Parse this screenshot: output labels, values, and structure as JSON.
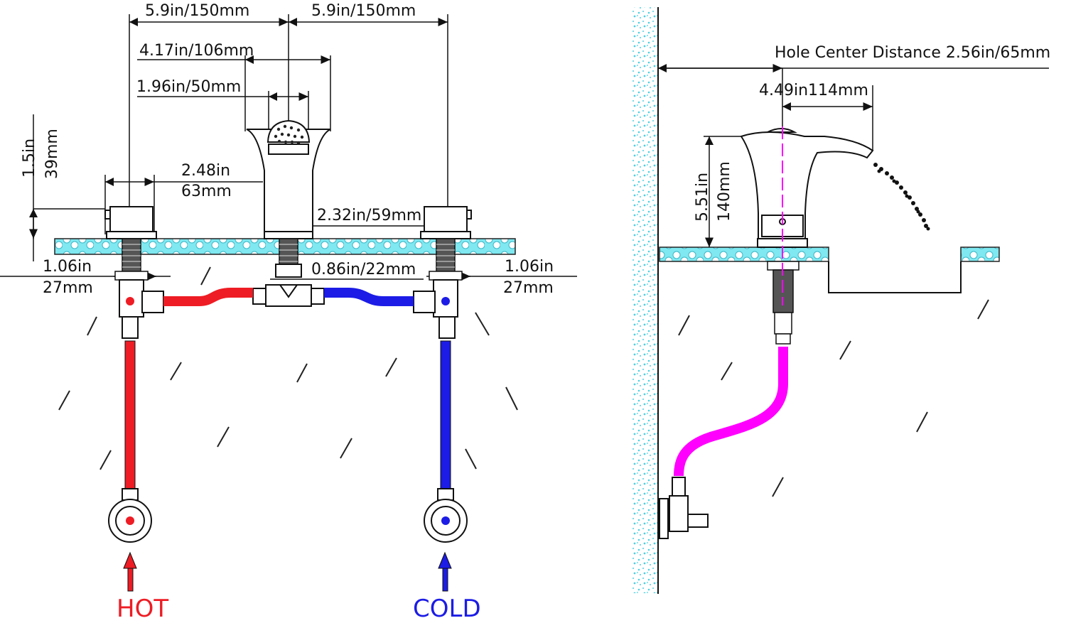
{
  "front_view": {
    "dims": {
      "left_spread": "5.9in/150mm",
      "right_spread": "5.9in/150mm",
      "spout_top_width": "4.17in/106mm",
      "aerator_width": "1.96in/50mm",
      "handle_height_in": "1.5in",
      "handle_height_mm": "39mm",
      "handle_to_spout_in": "2.48in",
      "handle_to_spout_mm": "63mm",
      "spout_base_width": "2.32in/59mm",
      "left_shank_in": "1.06in",
      "left_shank_mm": "27mm",
      "tee_width": "0.86in/22mm",
      "right_shank_in": "1.06in",
      "right_shank_mm": "27mm"
    },
    "labels": {
      "hot": "HOT",
      "cold": "COLD"
    }
  },
  "side_view": {
    "dims": {
      "hole_center": "Hole Center Distance 2.56in/65mm",
      "spout_reach": "4.49in114mm",
      "height_in": "5.51in",
      "height_mm": "140mm"
    }
  },
  "colors": {
    "hot": "#ee1c24",
    "cold": "#1c1ce6",
    "supply_line": "#ff00ff",
    "counter": "#7fe8f0",
    "wall": "#5ad6e6"
  }
}
